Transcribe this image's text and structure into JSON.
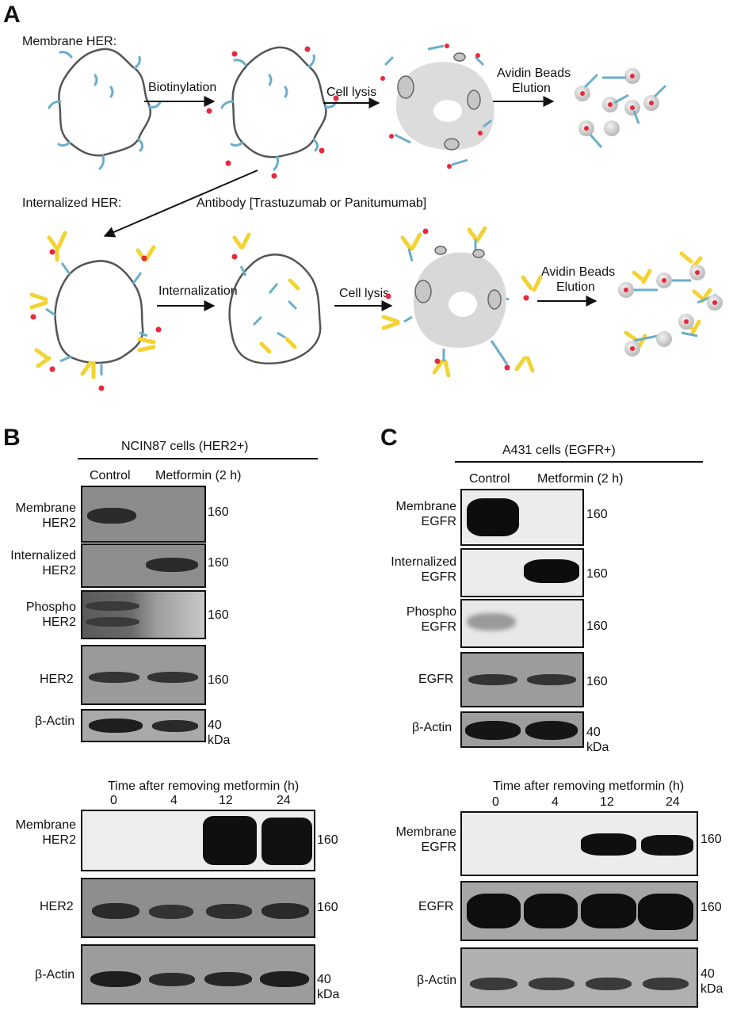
{
  "panels": {
    "A": {
      "letter": "A",
      "row1_label": "Membrane HER:",
      "row2_label": "Internalized HER:",
      "step_biotinylation": "Biotinylation",
      "step_cell_lysis": "Cell lysis",
      "step_avidin_1": "Avidin Beads",
      "step_elution": "Elution",
      "antibody_label": "Antibody [Trastuzumab or Panitumumab]",
      "step_internalization": "Internalization"
    },
    "B": {
      "letter": "B",
      "header": "NCIN87 cells (HER2+)",
      "lanes": [
        "Control",
        "Metformin (2 h)"
      ],
      "rows": [
        {
          "label_1": "Membrane",
          "label_2": "HER2",
          "mw": "160"
        },
        {
          "label_1": "Internalized",
          "label_2": "HER2",
          "mw": "160"
        },
        {
          "label_1": "Phospho",
          "label_2": "HER2",
          "mw": "160"
        },
        {
          "label_1": "HER2",
          "label_2": "",
          "mw": "160"
        },
        {
          "label_1": "β-Actin",
          "label_2": "",
          "mw": "40",
          "unit": "kDa"
        }
      ],
      "time_header": "Time after removing metformin (h)",
      "times": [
        "0",
        "4",
        "12",
        "24"
      ],
      "time_rows": [
        {
          "label_1": "Membrane",
          "label_2": "HER2",
          "mw": "160"
        },
        {
          "label_1": "HER2",
          "label_2": "",
          "mw": "160"
        },
        {
          "label_1": "β-Actin",
          "label_2": "",
          "mw": "40",
          "unit": "kDa"
        }
      ]
    },
    "C": {
      "letter": "C",
      "header": "A431 cells (EGFR+)",
      "lanes": [
        "Control",
        "Metformin (2 h)"
      ],
      "rows": [
        {
          "label_1": "Membrane",
          "label_2": "EGFR",
          "mw": "160"
        },
        {
          "label_1": "Internalized",
          "label_2": "EGFR",
          "mw": "160"
        },
        {
          "label_1": "Phospho",
          "label_2": "EGFR",
          "mw": "160"
        },
        {
          "label_1": "EGFR",
          "label_2": "",
          "mw": "160"
        },
        {
          "label_1": "β-Actin",
          "label_2": "",
          "mw": "40",
          "unit": "kDa"
        }
      ],
      "time_header": "Time after removing metformin (h)",
      "times": [
        "0",
        "4",
        "12",
        "24"
      ],
      "time_rows": [
        {
          "label_1": "Membrane",
          "label_2": "EGFR",
          "mw": "160"
        },
        {
          "label_1": "EGFR",
          "label_2": "",
          "mw": "160"
        },
        {
          "label_1": "β-Actin",
          "label_2": "",
          "mw": "40",
          "unit": "kDa"
        }
      ]
    }
  },
  "colors": {
    "membrane": "#555555",
    "receptor": "#6aaecb",
    "biotin": "#e8283c",
    "antibody": "#f2d333",
    "lysate": "#d4d4d4",
    "bead": "#cccccc"
  }
}
